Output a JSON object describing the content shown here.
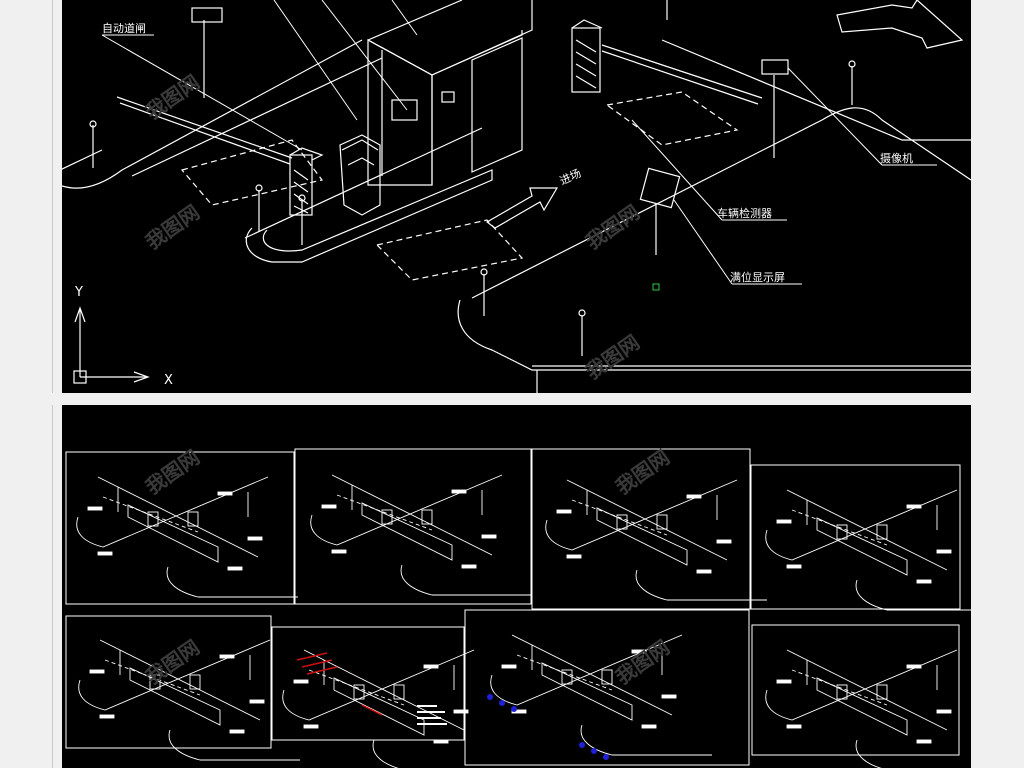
{
  "top_sheet": {
    "labels": {
      "auto_gate": "自动道闸",
      "camera": "摄像机",
      "vehicle_detector": "车辆检测器",
      "space_display": "满位显示屏",
      "entry_sign": "进场"
    },
    "axis": {
      "x": "X",
      "y": "Y"
    }
  },
  "bottom_sheet": {
    "thumbnail_count": 8
  },
  "watermark": "我图网",
  "colors": {
    "line": "#ffffff",
    "background": "#000000",
    "frame": "#f0f0f0",
    "red": "#d01010",
    "blue": "#2020d8",
    "ucs_green": "#2ecc40"
  }
}
